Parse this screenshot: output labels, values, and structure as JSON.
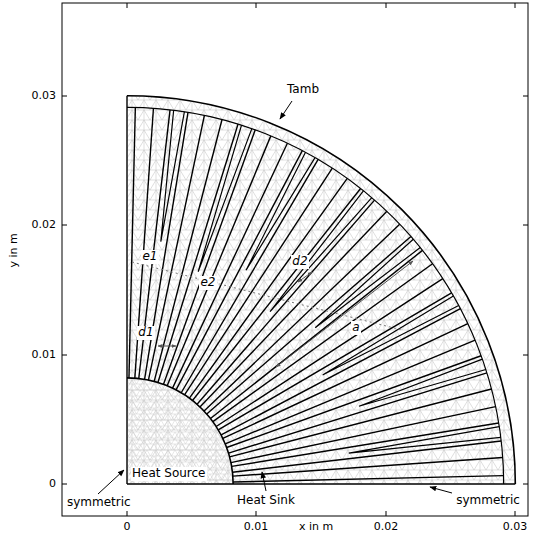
{
  "diagram": {
    "labels": [
      "0.03",
      "0.02",
      "0.01",
      "0",
      "0",
      "0.01",
      "0.02",
      "0.03",
      "y in m",
      "x in m",
      "Tamb",
      "e1",
      "e2",
      "d1",
      "d2",
      "a",
      "Heat Source",
      "symmetric",
      "Heat Sink",
      "symmetric"
    ]
  }
}
